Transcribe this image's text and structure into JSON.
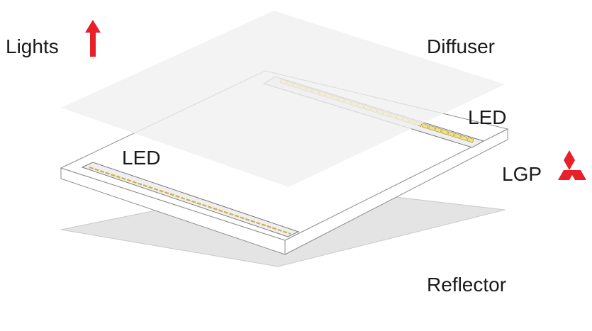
{
  "labels": {
    "lights": "Lights",
    "diffuser": "Diffuser",
    "led_top": "LED",
    "led_bottom": "LED",
    "lgp": "LGP",
    "reflector": "Reflector"
  },
  "colors": {
    "arrow": "#e8202a",
    "logo": "#e8202a",
    "diffuser": "#f0f0f0",
    "reflector": "#e4e4e4",
    "led": "#f4e27a"
  },
  "icons": {
    "arrow": "up-arrow-icon",
    "logo": "three-diamond-logo"
  }
}
